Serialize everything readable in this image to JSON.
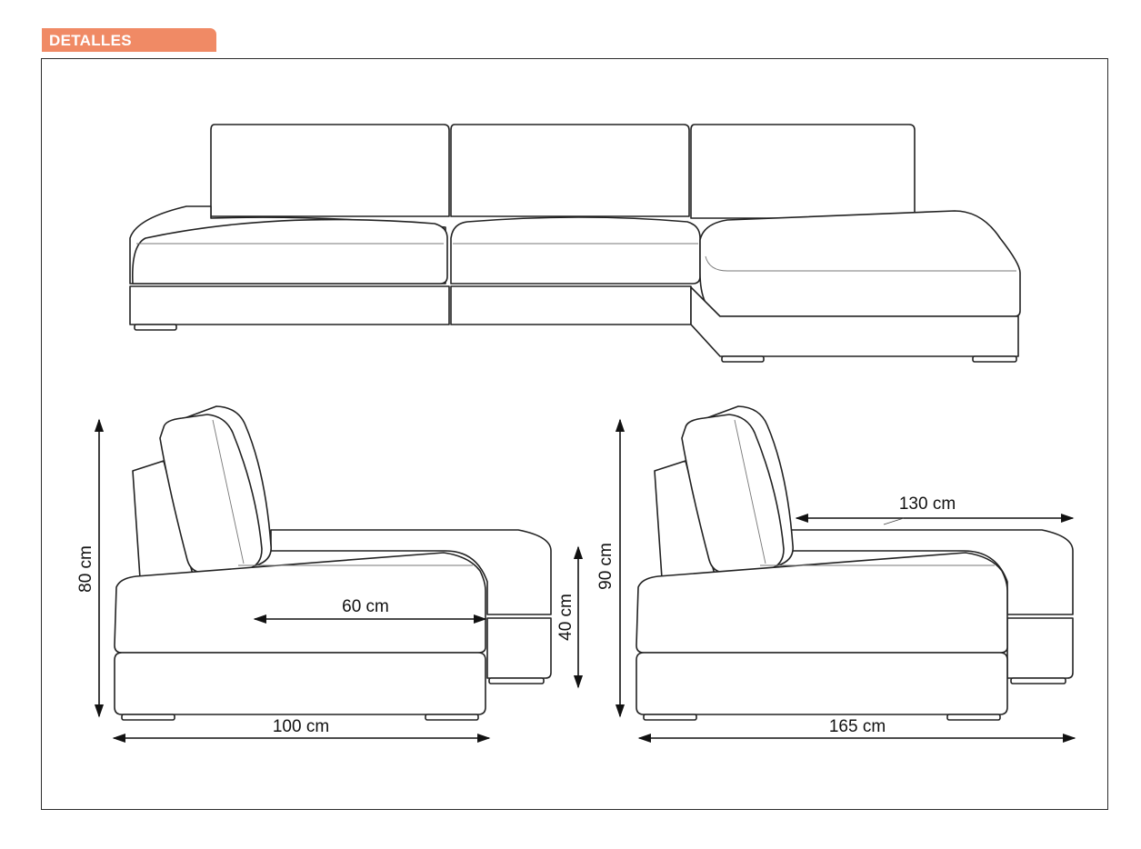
{
  "section": {
    "tab_label": "DETALLES",
    "accent_color": "#f08a65"
  },
  "dimensions": {
    "left_view": {
      "height": "80 cm",
      "depth": "100 cm",
      "seat_depth": "60 cm",
      "seat_height": "40 cm"
    },
    "right_view": {
      "height": "90 cm",
      "depth": "165 cm",
      "chaise_depth": "130 cm"
    }
  }
}
